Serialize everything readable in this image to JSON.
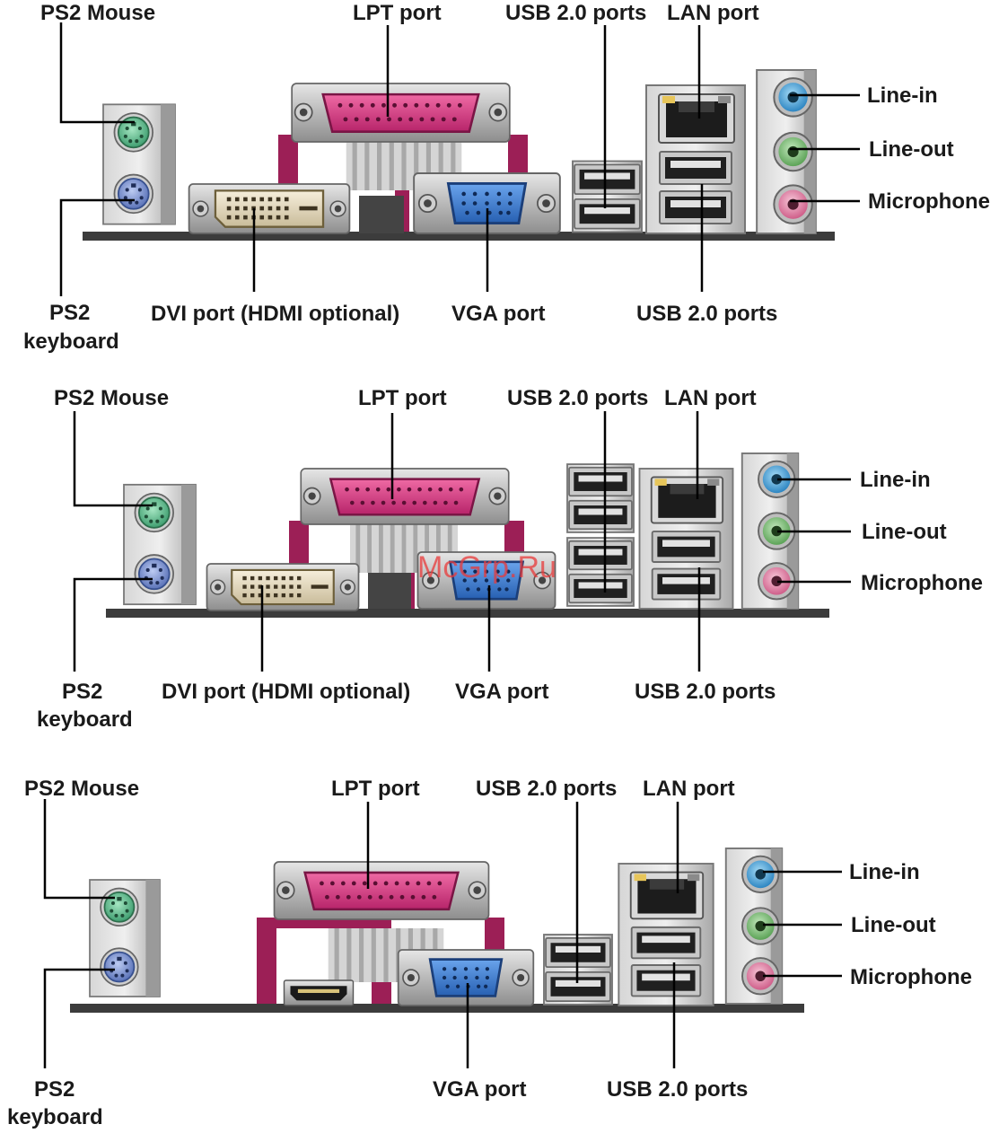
{
  "panels": [
    {
      "labels": {
        "ps2_mouse": "PS2 Mouse",
        "lpt_port": "LPT port",
        "usb_top": "USB 2.0 ports",
        "lan_port": "LAN port",
        "line_in": "Line-in",
        "line_out": "Line-out",
        "microphone": "Microphone",
        "ps2_keyboard_1": "PS2",
        "ps2_keyboard_2": "keyboard",
        "dvi_port": "DVI port (HDMI optional)",
        "vga_port": "VGA port",
        "usb_bottom": "USB 2.0 ports"
      }
    },
    {
      "labels": {
        "ps2_mouse": "PS2 Mouse",
        "lpt_port": "LPT port",
        "usb_top": "USB 2.0 ports",
        "lan_port": "LAN port",
        "line_in": "Line-in",
        "line_out": "Line-out",
        "microphone": "Microphone",
        "ps2_keyboard_1": "PS2",
        "ps2_keyboard_2": "keyboard",
        "dvi_port": "DVI port (HDMI optional)",
        "vga_port": "VGA port",
        "usb_bottom": "USB 2.0 ports"
      }
    },
    {
      "labels": {
        "ps2_mouse": "PS2 Mouse",
        "lpt_port": "LPT port",
        "usb_top": "USB 2.0 ports",
        "lan_port": "LAN port",
        "line_in": "Line-in",
        "line_out": "Line-out",
        "microphone": "Microphone",
        "ps2_keyboard_1": "PS2",
        "ps2_keyboard_2": "keyboard",
        "vga_port": "VGA port",
        "usb_bottom": "USB 2.0 ports"
      }
    }
  ],
  "watermark": "McGrp.Ru",
  "colors": {
    "ps2_mouse": "#5fbf8f",
    "ps2_keyboard": "#7d95d6",
    "lpt": "#d13a7c",
    "vga": "#3e79c9",
    "line_in": "#4aa7de",
    "line_out": "#7fc37a",
    "microphone": "#e582a7",
    "pcb": "#3c3c3c"
  }
}
